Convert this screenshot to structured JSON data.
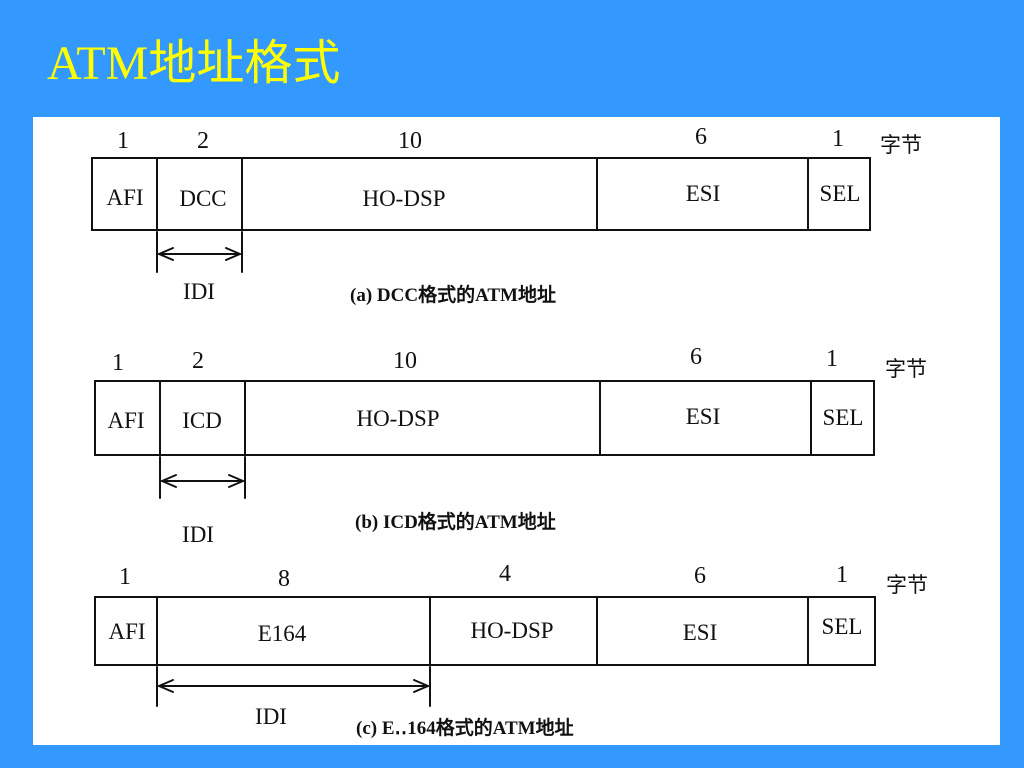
{
  "slide": {
    "title": "ATM地址格式",
    "background_color": "#3399FF",
    "title_color": "#FFFF00",
    "panel_color": "#FFFFFF"
  },
  "diagrams": [
    {
      "caption": "(a) DCC格式的ATM地址",
      "unit": "字节",
      "span_label": "IDI",
      "fields": [
        {
          "name": "AFI",
          "bytes": 1
        },
        {
          "name": "DCC",
          "bytes": 2
        },
        {
          "name": "HO-DSP",
          "bytes": 10
        },
        {
          "name": "ESI",
          "bytes": 6
        },
        {
          "name": "SEL",
          "bytes": 1
        }
      ]
    },
    {
      "caption": "(b) ICD格式的ATM地址",
      "unit": "字节",
      "span_label": "IDI",
      "fields": [
        {
          "name": "AFI",
          "bytes": 1
        },
        {
          "name": "ICD",
          "bytes": 2
        },
        {
          "name": "HO-DSP",
          "bytes": 10
        },
        {
          "name": "ESI",
          "bytes": 6
        },
        {
          "name": "SEL",
          "bytes": 1
        }
      ]
    },
    {
      "caption": "(c) E‥164格式的ATM地址",
      "unit": "字节",
      "span_label": "IDI",
      "fields": [
        {
          "name": "AFI",
          "bytes": 1
        },
        {
          "name": "E164",
          "bytes": 8
        },
        {
          "name": "HO-DSP",
          "bytes": 4
        },
        {
          "name": "ESI",
          "bytes": 6
        },
        {
          "name": "SEL",
          "bytes": 1
        }
      ]
    }
  ]
}
